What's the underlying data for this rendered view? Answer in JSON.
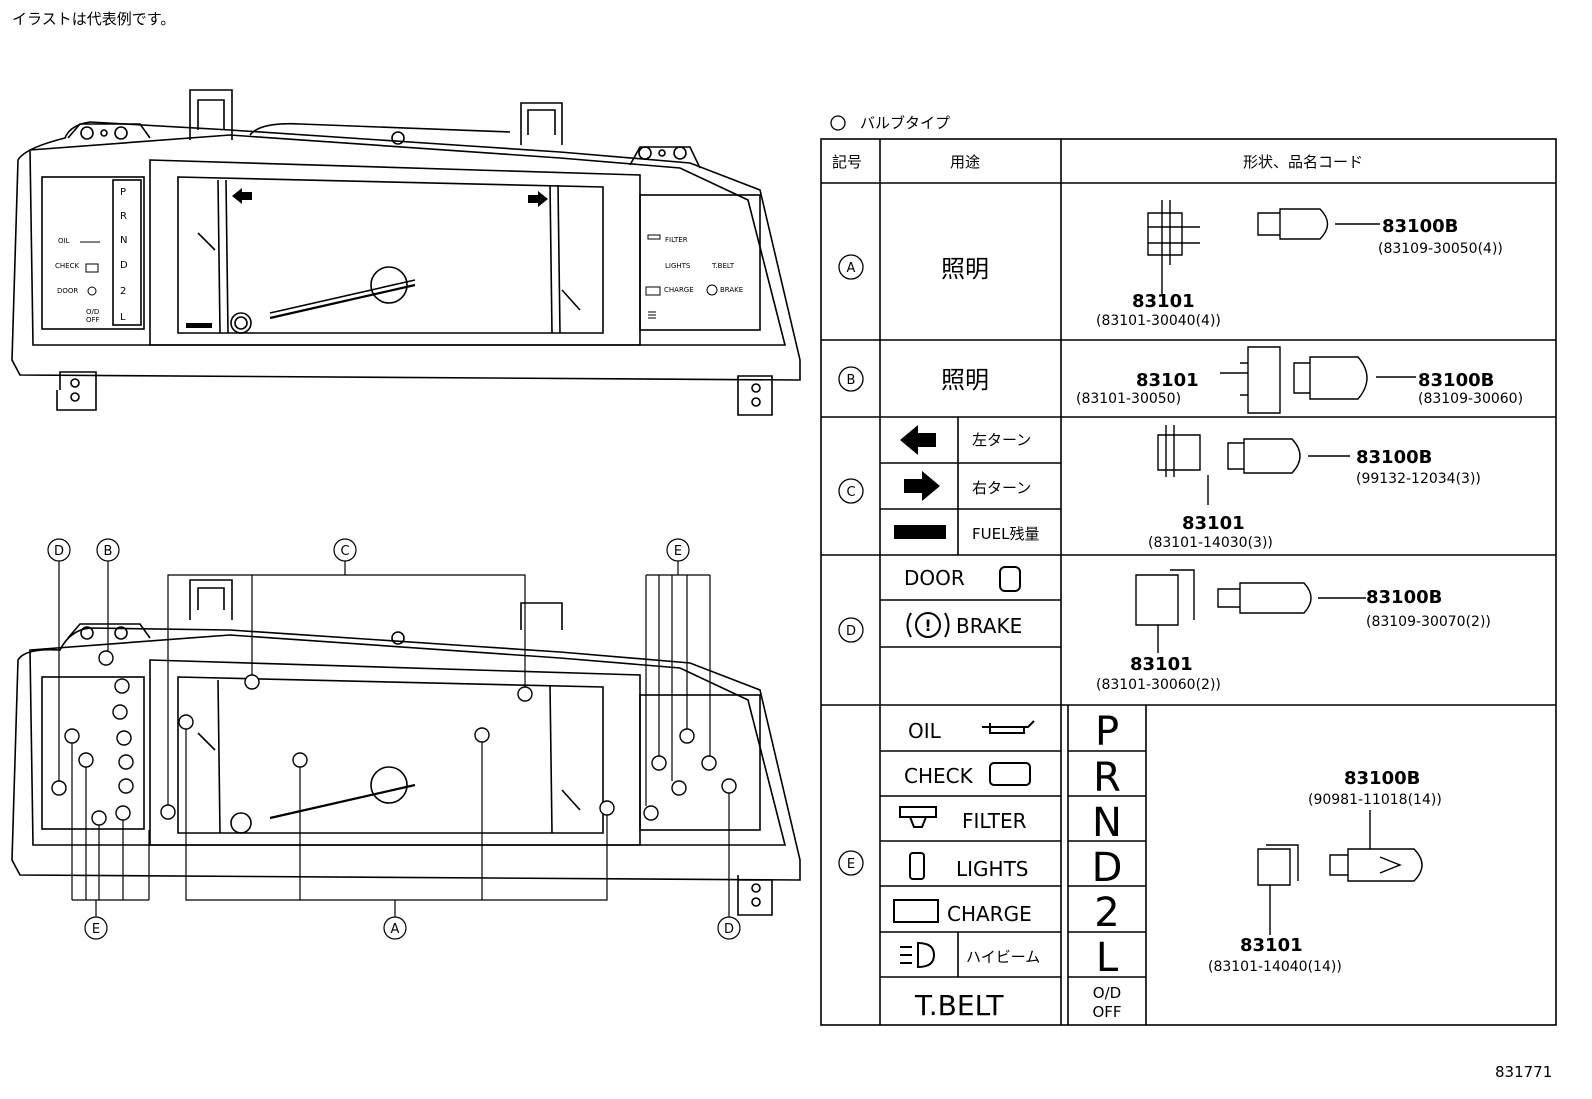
{
  "note": "イラストは代表例です。",
  "figure_id": "831771",
  "bulb_type_heading": "バルブタイプ",
  "table": {
    "headers": {
      "symbol": "記号",
      "usage": "用途",
      "shape": "形状、品名コード"
    },
    "rows": {
      "A": {
        "symbol": "A",
        "usage": "照明",
        "socket": "83101",
        "socket_code": "(83101-30040(4))",
        "bulb": "83100B",
        "bulb_code": "(83109-30050(4))"
      },
      "B": {
        "symbol": "B",
        "usage": "照明",
        "socket": "83101",
        "socket_code": "(83101-30050)",
        "bulb": "83100B",
        "bulb_code": "(83109-30060)"
      },
      "C": {
        "symbol": "C",
        "usage": [
          "左ターン",
          "右ターン",
          "FUEL残量"
        ],
        "socket": "83101",
        "socket_code": "(83101-14030(3))",
        "bulb": "83100B",
        "bulb_code": "(99132-12034(3))"
      },
      "D": {
        "symbol": "D",
        "usage": [
          "DOOR",
          "BRAKE"
        ],
        "socket": "83101",
        "socket_code": "(83101-30060(2))",
        "bulb": "83100B",
        "bulb_code": "(83109-30070(2))"
      },
      "E": {
        "symbol": "E",
        "usage": [
          "OIL",
          "CHECK",
          "FILTER",
          "LIGHTS",
          "CHARGE",
          "ハイビーム",
          "T.BELT"
        ],
        "gear": [
          "P",
          "R",
          "N",
          "D",
          "2",
          "L",
          "O/D",
          "OFF"
        ],
        "socket": "83101",
        "socket_code": "(83101-14040(14))",
        "bulb": "83100B",
        "bulb_code": "(90981-11018(14))"
      }
    }
  },
  "cluster_top": {
    "gear": [
      "P",
      "R",
      "N",
      "D",
      "2",
      "L"
    ],
    "left_labels": [
      "OIL",
      "CHECK",
      "DOOR",
      "O/D",
      "OFF"
    ],
    "right_labels": [
      "FILTER",
      "LIGHTS",
      "T.BELT",
      "CHARGE",
      "BRAKE"
    ]
  },
  "callouts": {
    "A": "A",
    "B": "B",
    "C": "C",
    "D": "D",
    "E": "E"
  }
}
